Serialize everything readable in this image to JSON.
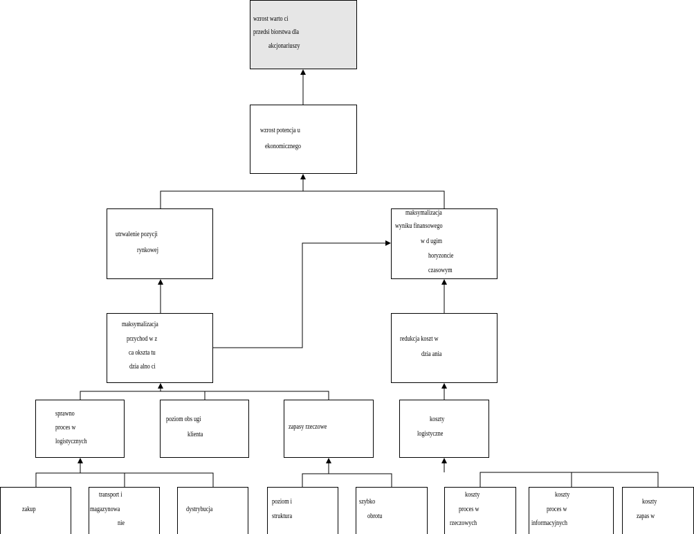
{
  "colors": {
    "line": "#000000",
    "box": "#ffffff",
    "root_box": "#e6e6e6"
  },
  "nodes": {
    "root": {
      "lines": [
        "wzrost warto ci",
        "przedsi biorstwa dla",
        "akcjonariuszy"
      ]
    },
    "potential": {
      "lines": [
        "wzrost potencja u",
        "ekonomicznego"
      ]
    },
    "market": {
      "lines": [
        "utrwalenie pozycji",
        "rynkowej"
      ]
    },
    "financial": {
      "lines": [
        "maksymalizacja",
        "wyniku finansowego",
        "w d ugim",
        "horyzoncie",
        "czasowym"
      ]
    },
    "revenue": {
      "lines": [
        "maksymalizacja",
        "przychod w z",
        "ca okszta tu",
        "dzia alno ci"
      ]
    },
    "costred": {
      "lines": [
        "redukcja koszt w",
        "dzia ania"
      ]
    },
    "process": {
      "lines": [
        "sprawno",
        "proces w",
        "logistycznych"
      ]
    },
    "service": {
      "lines": [
        "poziom obs ugi",
        "klienta"
      ]
    },
    "stock": {
      "lines": [
        "zapasy rzeczowe"
      ]
    },
    "logcosts": {
      "lines": [
        "koszty",
        "logistyczne"
      ]
    },
    "purchase": {
      "lines": [
        "zakup"
      ]
    },
    "transport": {
      "lines": [
        "transport i",
        "magazynowa",
        "nie"
      ]
    },
    "distrib": {
      "lines": [
        "dystrybucja"
      ]
    },
    "level": {
      "lines": [
        "poziom i",
        "struktura"
      ]
    },
    "turnover": {
      "lines": [
        "szybko",
        "obrotu"
      ]
    },
    "matcost": {
      "lines": [
        "koszty",
        "proces w",
        "rzeczowych"
      ]
    },
    "infocost": {
      "lines": [
        "koszty",
        "proces w",
        "informacyjnych"
      ]
    },
    "stockcost": {
      "lines": [
        "koszty",
        "zapas w"
      ]
    }
  },
  "edges": [
    {
      "from": "potential",
      "to": "root"
    },
    {
      "from": "market",
      "to": "potential"
    },
    {
      "from": "financial",
      "to": "potential"
    },
    {
      "from": "revenue",
      "to": "market"
    },
    {
      "from": "revenue",
      "to": "financial"
    },
    {
      "from": "costred",
      "to": "financial"
    },
    {
      "from": "process",
      "to": "revenue"
    },
    {
      "from": "service",
      "to": "revenue"
    },
    {
      "from": "stock",
      "to": "revenue"
    },
    {
      "from": "logcosts",
      "to": "costred"
    },
    {
      "from": "purchase",
      "to": "process"
    },
    {
      "from": "transport",
      "to": "process"
    },
    {
      "from": "distrib",
      "to": "process"
    },
    {
      "from": "level",
      "to": "stock"
    },
    {
      "from": "turnover",
      "to": "stock"
    },
    {
      "from": "matcost",
      "to": "logcosts"
    },
    {
      "from": "infocost",
      "to": "logcosts"
    },
    {
      "from": "stockcost",
      "to": "logcosts"
    }
  ]
}
